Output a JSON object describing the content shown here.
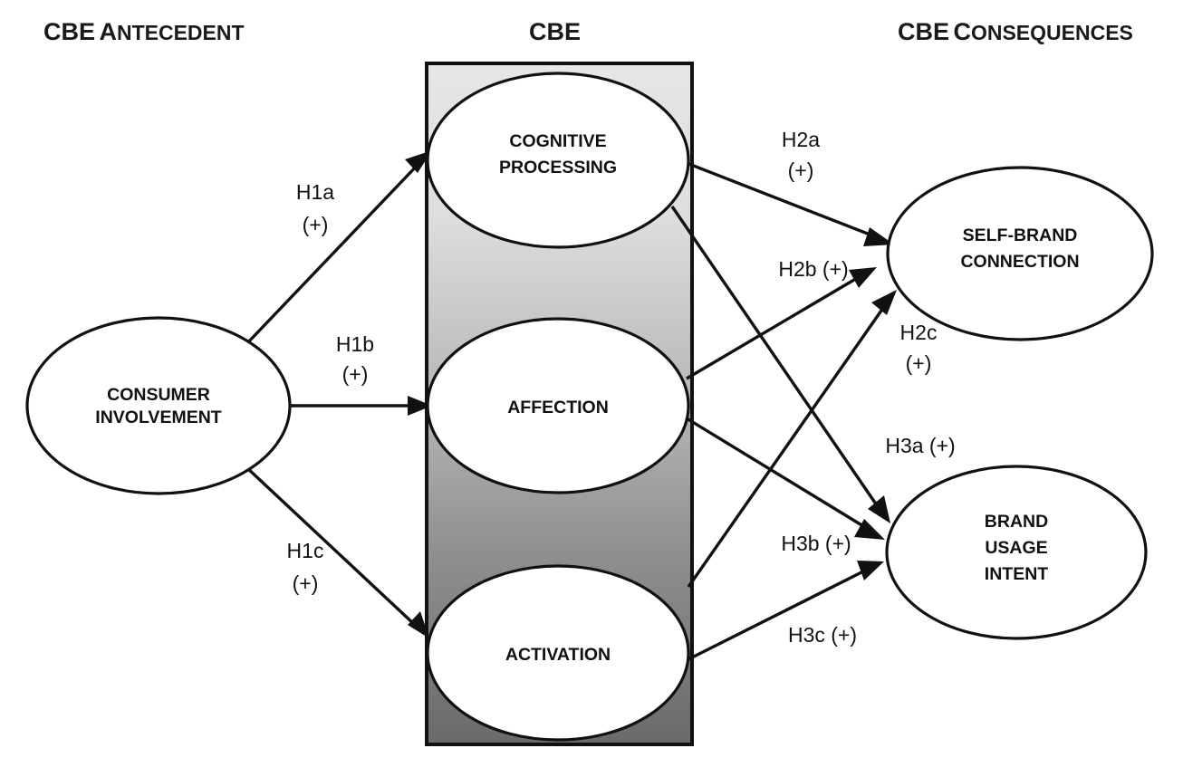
{
  "headings": {
    "antecedent": {
      "lead": "CBE",
      "rest": "Antecedent"
    },
    "center": {
      "lead": "CBE",
      "rest": ""
    },
    "consequences": {
      "lead": "CBE",
      "rest": "Consequences"
    }
  },
  "nodes": {
    "consumer_involvement": {
      "line1": "CONSUMER",
      "line2": "INVOLVEMENT"
    },
    "cognitive_processing": {
      "line1": "COGNITIVE",
      "line2": "PROCESSING"
    },
    "affection": {
      "line1": "AFFECTION"
    },
    "activation": {
      "line1": "ACTIVATION"
    },
    "self_brand_connection": {
      "line1": "SELF-BRAND",
      "line2": "CONNECTION"
    },
    "brand_usage_intent": {
      "line1": "BRAND",
      "line2": "USAGE",
      "line3": "INTENT"
    }
  },
  "hypotheses": [
    {
      "id": "H1a",
      "line1": "H1a",
      "line2": "(+)",
      "from": "consumer_involvement",
      "to": "cognitive_processing",
      "sign": "+"
    },
    {
      "id": "H1b",
      "line1": "H1b",
      "line2": "(+)",
      "from": "consumer_involvement",
      "to": "affection",
      "sign": "+"
    },
    {
      "id": "H1c",
      "line1": "H1c",
      "line2": "(+)",
      "from": "consumer_involvement",
      "to": "activation",
      "sign": "+"
    },
    {
      "id": "H2a",
      "line1": "H2a",
      "line2": "(+)",
      "from": "cognitive_processing",
      "to": "self_brand_connection",
      "sign": "+"
    },
    {
      "id": "H2b",
      "line1": "H2b (+)",
      "line2": "",
      "from": "affection",
      "to": "self_brand_connection",
      "sign": "+"
    },
    {
      "id": "H2c",
      "line1": "H2c",
      "line2": "(+)",
      "from": "activation",
      "to": "self_brand_connection",
      "sign": "+"
    },
    {
      "id": "H3a",
      "line1": "H3a (+)",
      "line2": "",
      "from": "cognitive_processing",
      "to": "brand_usage_intent",
      "sign": "+"
    },
    {
      "id": "H3b",
      "line1": "H3b (+)",
      "line2": "",
      "from": "affection",
      "to": "brand_usage_intent",
      "sign": "+"
    },
    {
      "id": "H3c",
      "line1": "H3c (+)",
      "line2": "",
      "from": "activation",
      "to": "brand_usage_intent",
      "sign": "+"
    }
  ],
  "colors": {
    "stroke": "#111111",
    "node_fill": "#ffffff",
    "box_gradient_top": "#e4e4e4",
    "box_gradient_bottom": "#6b6b6b",
    "background": "#ffffff"
  }
}
